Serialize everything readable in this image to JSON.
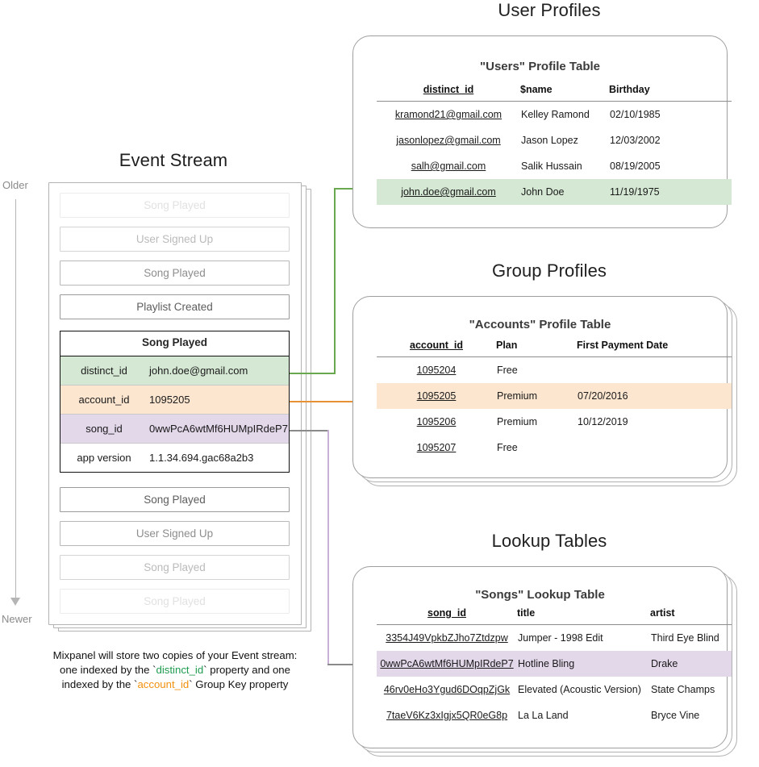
{
  "sections": {
    "event_stream_title": "Event Stream",
    "user_profiles_title": "User Profiles",
    "group_profiles_title": "Group Profiles",
    "lookup_tables_title": "Lookup Tables"
  },
  "axis": {
    "older": "Older",
    "newer": "Newer"
  },
  "event_stream": {
    "items_before": [
      {
        "label": "Song Played",
        "fade": "f1"
      },
      {
        "label": "User Signed Up",
        "fade": "f2"
      },
      {
        "label": "Song Played",
        "fade": "f3"
      },
      {
        "label": "Playlist Created",
        "fade": "f4"
      }
    ],
    "items_after": [
      {
        "label": "Song Played",
        "fade": "f4"
      },
      {
        "label": "User Signed Up",
        "fade": "f3"
      },
      {
        "label": "Song Played",
        "fade": "f2"
      },
      {
        "label": "Song Played",
        "fade": "f1"
      }
    ],
    "card": {
      "header": "Song Played",
      "properties": [
        {
          "key": "distinct_id",
          "value": "john.doe@gmail.com",
          "highlight": "green"
        },
        {
          "key": "account_id",
          "value": "1095205",
          "highlight": "orange"
        },
        {
          "key": "song_id",
          "value": "0wwPcA6wtMf6HUMpIRdeP7",
          "highlight": "purple"
        },
        {
          "key": "app version",
          "value": "1.1.34.694.gac68a2b3",
          "highlight": "plain"
        }
      ]
    }
  },
  "caption": {
    "line1": "Mixpanel will store two copies of your Event stream:",
    "line2_a": "one indexed by the `",
    "line2_token": "distinct_id",
    "line2_b": "` property and one",
    "line3_a": "indexed by the `",
    "line3_token": "account_id",
    "line3_b": "` Group Key property"
  },
  "users_table": {
    "title": "\"Users\" Profile Table",
    "columns": [
      "distinct_id",
      "$name",
      "Birthday"
    ],
    "rows": [
      {
        "cells": [
          "kramond21@gmail.com",
          "Kelley Ramond",
          "02/10/1985"
        ],
        "highlight": ""
      },
      {
        "cells": [
          "jasonlopez@gmail.com",
          "Jason Lopez",
          "12/03/2002"
        ],
        "highlight": ""
      },
      {
        "cells": [
          "salh@gmail.com",
          "Salik Hussain",
          "08/19/2005"
        ],
        "highlight": ""
      },
      {
        "cells": [
          "john.doe@gmail.com",
          "John Doe",
          "11/19/1975"
        ],
        "highlight": "hl-green"
      }
    ]
  },
  "accounts_table": {
    "title": "\"Accounts\" Profile Table",
    "columns": [
      "account_id",
      "Plan",
      "First Payment Date"
    ],
    "rows": [
      {
        "cells": [
          "1095204",
          "Free",
          ""
        ],
        "highlight": ""
      },
      {
        "cells": [
          "1095205",
          "Premium",
          "07/20/2016"
        ],
        "highlight": "hl-orange"
      },
      {
        "cells": [
          "1095206",
          "Premium",
          "10/12/2019"
        ],
        "highlight": ""
      },
      {
        "cells": [
          "1095207",
          "Free",
          ""
        ],
        "highlight": ""
      }
    ]
  },
  "songs_table": {
    "title": "\"Songs\" Lookup Table",
    "columns": [
      "song_id",
      "title",
      "artist"
    ],
    "rows": [
      {
        "cells": [
          "3354J49VpkbZJho7Ztdzpw",
          "Jumper - 1998 Edit",
          "Third Eye Blind"
        ],
        "highlight": ""
      },
      {
        "cells": [
          "0wwPcA6wtMf6HUMpIRdeP7",
          "Hotline Bling",
          "Drake"
        ],
        "highlight": "hl-purple"
      },
      {
        "cells": [
          "46rv0eHo3Ygud6DOqpZjGk",
          "Elevated (Acoustic Version)",
          "State Champs"
        ],
        "highlight": ""
      },
      {
        "cells": [
          "7taeV6Kz3xIgjx5QR0eG8p",
          "La La Land",
          "Bryce Vine"
        ],
        "highlight": ""
      }
    ]
  },
  "colors": {
    "green": "#d5e8d4",
    "orange": "#fce6d0",
    "purple": "#e3d7ea",
    "green_line": "#6aa84f",
    "orange_line": "#e69138",
    "purple_line": "#c9b0d6",
    "gray_line": "#8a8a8a"
  }
}
